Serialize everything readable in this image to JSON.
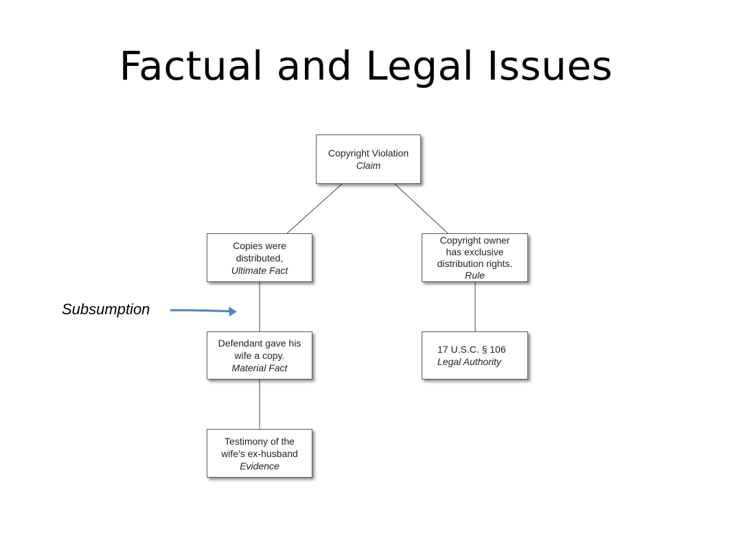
{
  "title": "Factual and Legal Issues",
  "annotation": {
    "label": "Subsumption",
    "arrow_color": "#4f81bd"
  },
  "nodes": {
    "claim": {
      "text": "Copyright Violation",
      "kind": "Claim"
    },
    "ultimate_fact": {
      "text": "Copies were\ndistributed,",
      "kind": "Ultimate Fact"
    },
    "rule": {
      "text": "Copyright owner\nhas exclusive\ndistribution rights.",
      "kind": "Rule"
    },
    "material_fact": {
      "text": "Defendant gave his\nwife a copy.",
      "kind": "Material Fact"
    },
    "legal_authority": {
      "text": "17 U.S.C. § 106",
      "kind": "Legal Authority"
    },
    "evidence": {
      "text": "Testimony of the\nwife's ex-husband",
      "kind": "Evidence"
    }
  }
}
